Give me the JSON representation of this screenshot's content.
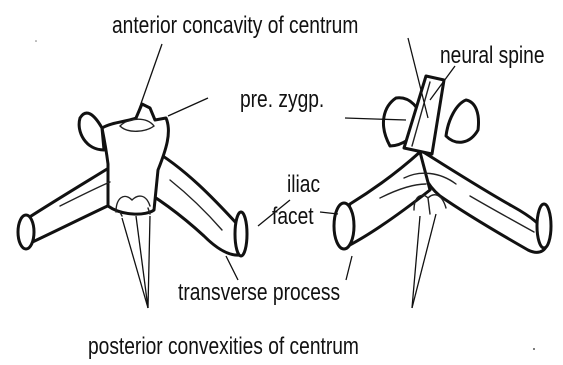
{
  "labels": {
    "anterior_concavity": "anterior concavity of centrum",
    "neural_spine": "neural spine",
    "pre_zygp": "pre. zygp.",
    "iliac": "iliac",
    "facet": "facet",
    "transverse_process": "transverse process",
    "posterior_convexities": "posterior convexities of centrum"
  }
}
